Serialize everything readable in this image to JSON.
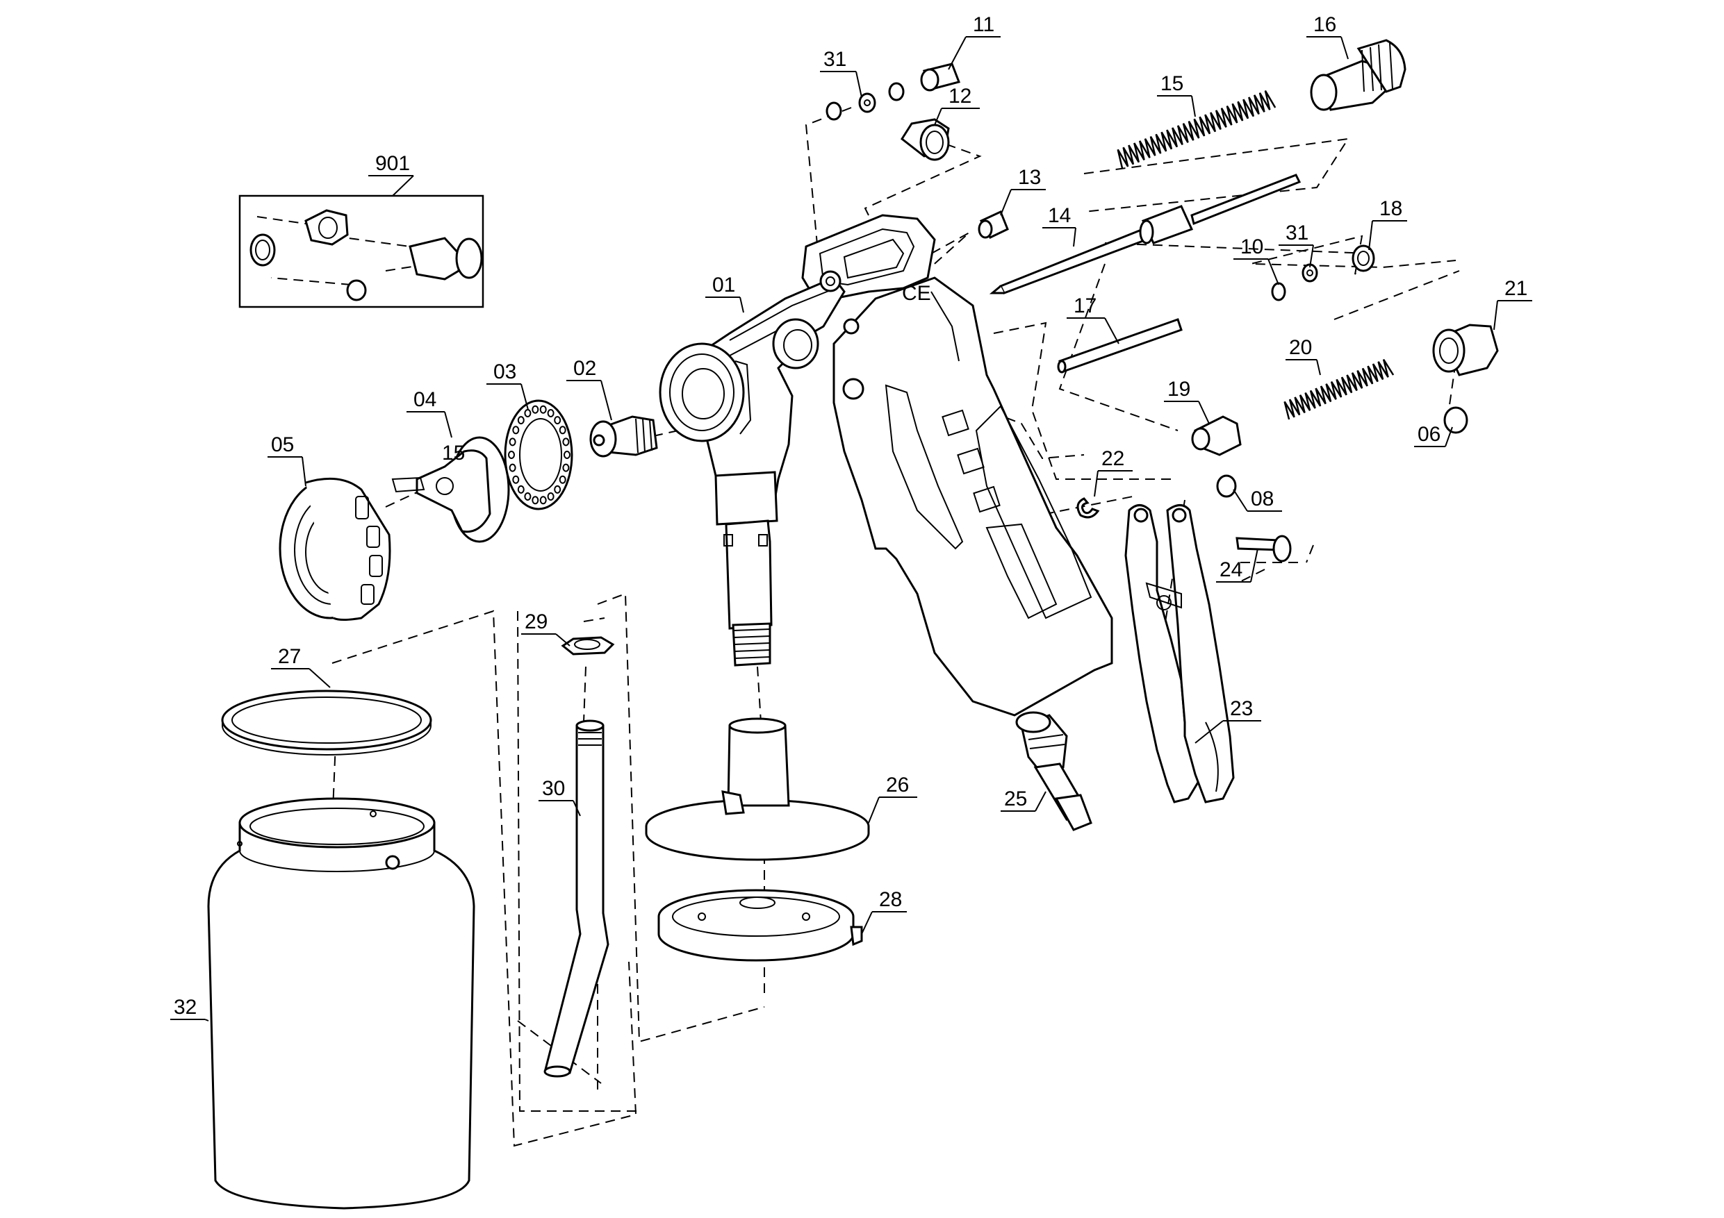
{
  "diagram": {
    "callouts": [
      "01",
      "02",
      "03",
      "04",
      "05",
      "06",
      "08",
      "10",
      "11",
      "12",
      "13",
      "14",
      "15",
      "16",
      "17",
      "18",
      "19",
      "20",
      "21",
      "22",
      "23",
      "24",
      "25",
      "26",
      "27",
      "28",
      "29",
      "30",
      "31",
      "31",
      "32",
      "901"
    ],
    "stamps": {
      "nozzle_size": "15",
      "ce_mark": "CE"
    }
  }
}
